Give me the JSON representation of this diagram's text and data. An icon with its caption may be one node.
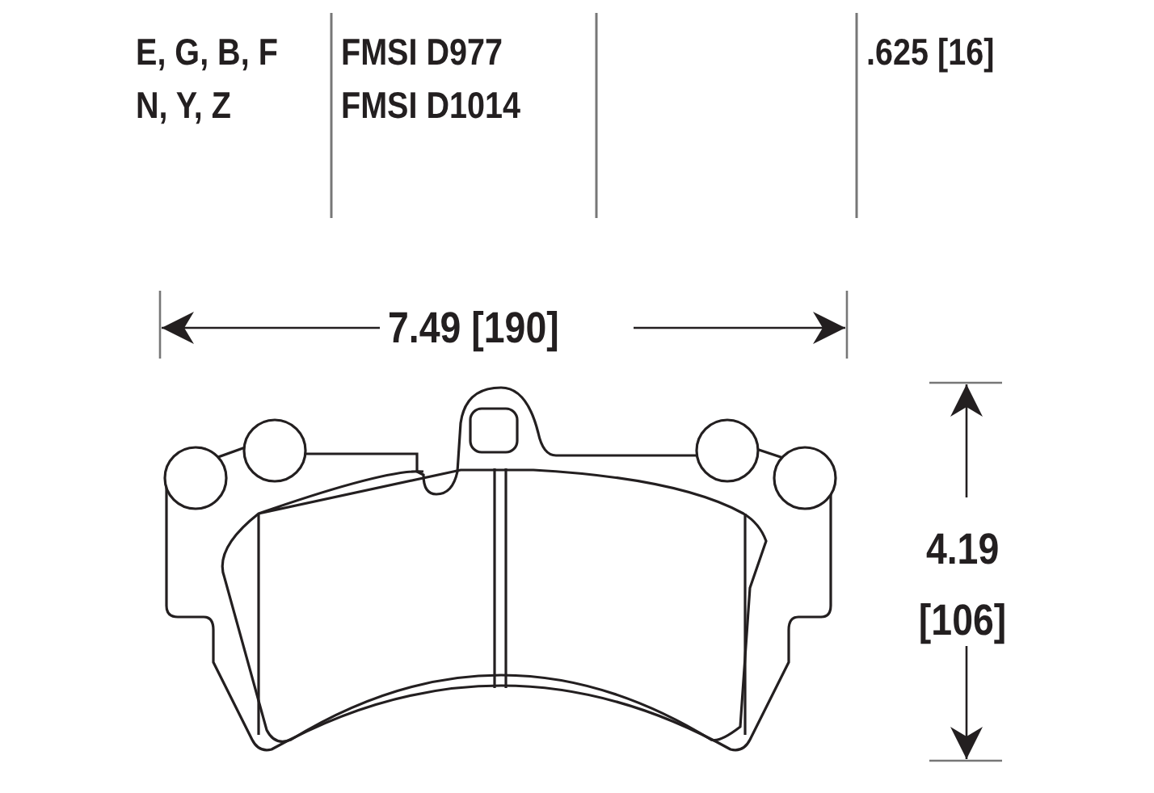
{
  "diagram": {
    "labels": [
      "E, G, B, F",
      "N, Y, Z",
      "FMSI D977",
      "FMSI D1014",
      ".625 [16]",
      "7.49 [190]",
      "4.19 [106]"
    ]
  }
}
